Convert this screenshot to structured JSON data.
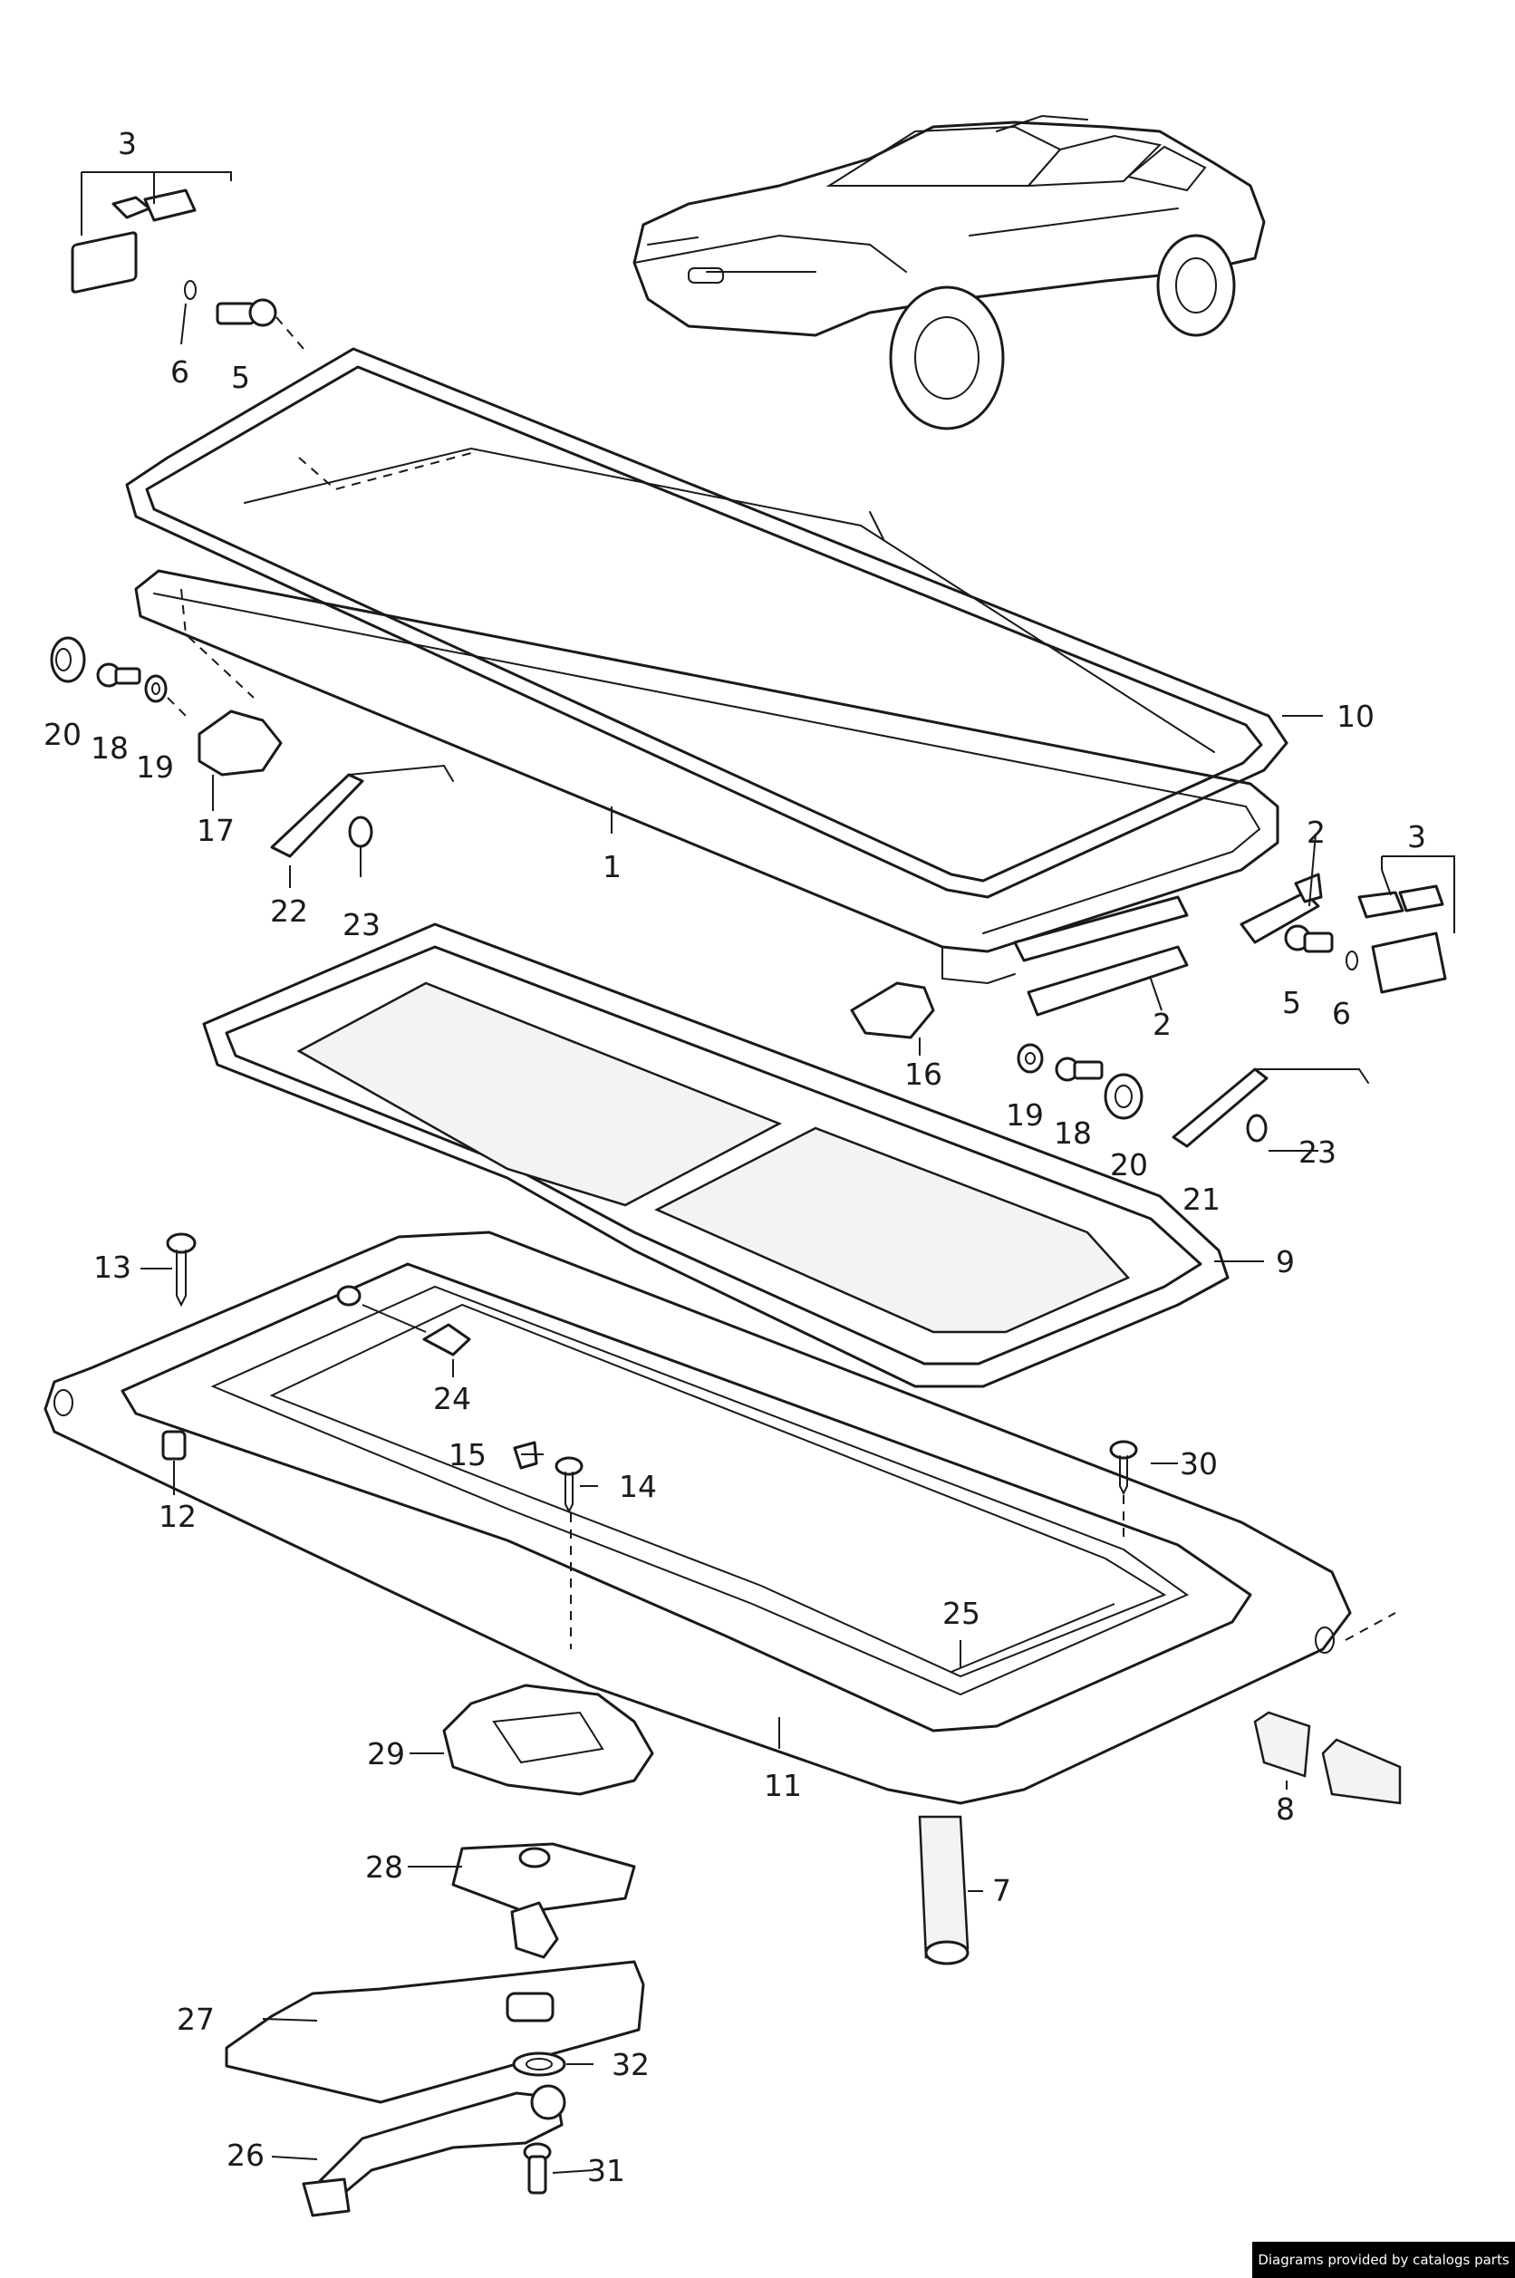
{
  "diagram": {
    "labels": {
      "l1": "1",
      "l2a": "2",
      "l2b": "2",
      "l3a": "3",
      "l3b": "3",
      "l5a": "5",
      "l5b": "5",
      "l6a": "6",
      "l6b": "6",
      "l7": "7",
      "l8": "8",
      "l9": "9",
      "l10": "10",
      "l11": "11",
      "l12": "12",
      "l13": "13",
      "l14": "14",
      "l15": "15",
      "l16": "16",
      "l17": "17",
      "l18a": "18",
      "l18b": "18",
      "l19a": "19",
      "l19b": "19",
      "l20a": "20",
      "l20b": "20",
      "l21": "21",
      "l22": "22",
      "l23a": "23",
      "l23b": "23",
      "l24": "24",
      "l25": "25",
      "l26": "26",
      "l27": "27",
      "l28": "28",
      "l29": "29",
      "l30": "30",
      "l31": "31",
      "l32": "32"
    }
  },
  "footer": {
    "text": "Diagrams provided by catalogs parts"
  }
}
